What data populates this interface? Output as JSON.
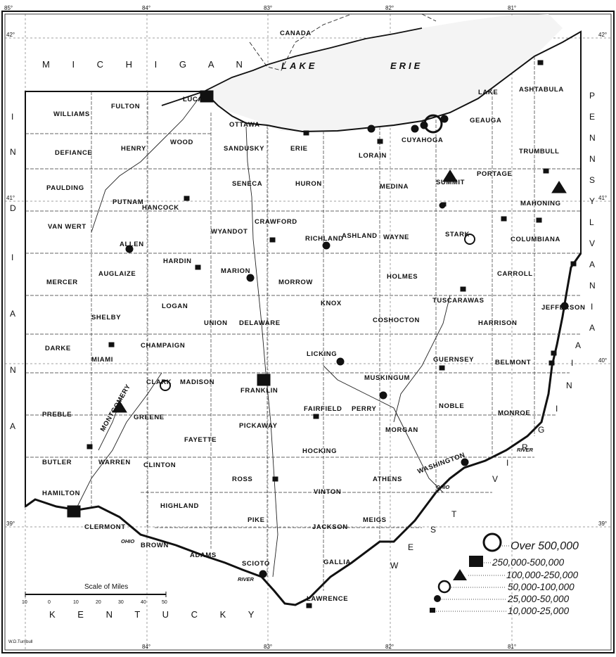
{
  "neighbors": {
    "michigan": "M I C H I G A N",
    "canada": "CANADA",
    "lake_erie_1": "LAKE",
    "lake_erie_2": "ERIE",
    "indiana": [
      "I",
      "N",
      "D",
      "I",
      "A",
      "N",
      "A"
    ],
    "kentucky": "K E N T U C K Y",
    "pennsylvania": [
      "P",
      "E",
      "N",
      "N",
      "S",
      "Y",
      "L",
      "V",
      "A",
      "N",
      "I",
      "A"
    ],
    "west_virginia": [
      "W",
      "E",
      "S",
      "T",
      "V",
      "I",
      "R",
      "G",
      "I",
      "N",
      "I",
      "A"
    ]
  },
  "rivers": {
    "ohio_1": "OHIO",
    "ohio_2": "OHIO",
    "river_1": "RIVER",
    "river_2": "RIVER"
  },
  "longitudes": [
    "85°",
    "84°",
    "83°",
    "82°",
    "81°"
  ],
  "latitudes": [
    "42°",
    "41°",
    "40°",
    "39°"
  ],
  "counties": [
    "WILLIAMS",
    "FULTON",
    "LUCAS",
    "OTTAWA",
    "SANDUSKY",
    "ERIE",
    "LORAIN",
    "CUYAHOGA",
    "LAKE",
    "ASHTABULA",
    "GEAUGA",
    "DEFIANCE",
    "HENRY",
    "WOOD",
    "HURON",
    "MEDINA",
    "SUMMIT",
    "PORTAGE",
    "TRUMBULL",
    "PAULDING",
    "PUTNAM",
    "HANCOCK",
    "SENECA",
    "MAHONING",
    "VAN WERT",
    "ALLEN",
    "WYANDOT",
    "CRAWFORD",
    "RICHLAND",
    "ASHLAND",
    "WAYNE",
    "STARK",
    "COLUMBIANA",
    "MERCER",
    "AUGLAIZE",
    "HARDIN",
    "MARION",
    "MORROW",
    "HOLMES",
    "CARROLL",
    "SHELBY",
    "LOGAN",
    "UNION",
    "DELAWARE",
    "KNOX",
    "COSHOCTON",
    "TUSCARAWAS",
    "JEFFERSON",
    "HARRISON",
    "DARKE",
    "MIAMI",
    "CHAMPAIGN",
    "LICKING",
    "GUERNSEY",
    "BELMONT",
    "CLARK",
    "MADISON",
    "FRANKLIN",
    "MUSKINGUM",
    "PREBLE",
    "MONTGOMERY",
    "GREENE",
    "PICKAWAY",
    "FAIRFIELD",
    "PERRY",
    "MORGAN",
    "NOBLE",
    "MONROE",
    "FAYETTE",
    "BUTLER",
    "WARREN",
    "CLINTON",
    "HOCKING",
    "WASHINGTON",
    "ROSS",
    "ATHENS",
    "VINTON",
    "HAMILTON",
    "HIGHLAND",
    "CLERMONT",
    "MEIGS",
    "JACKSON",
    "PIKE",
    "BROWN",
    "ADAMS",
    "SCIOTO",
    "GALLIA",
    "LAWRENCE"
  ],
  "legend": {
    "items": [
      {
        "symbol": "open-circle-large",
        "label": "Over 500,000"
      },
      {
        "symbol": "filled-square-large",
        "label": "250,000-500,000"
      },
      {
        "symbol": "filled-triangle",
        "label": "100,000-250,000"
      },
      {
        "symbol": "open-circle",
        "label": "50,000-100,000"
      },
      {
        "symbol": "filled-circle",
        "label": "25,000-50,000"
      },
      {
        "symbol": "filled-square-small",
        "label": "10,000-25,000"
      }
    ]
  },
  "scale": {
    "title": "Scale of Miles",
    "ticks": [
      "10",
      "0",
      "10",
      "20",
      "30",
      "40",
      "50"
    ]
  },
  "credit": "W.D.Turnbull"
}
